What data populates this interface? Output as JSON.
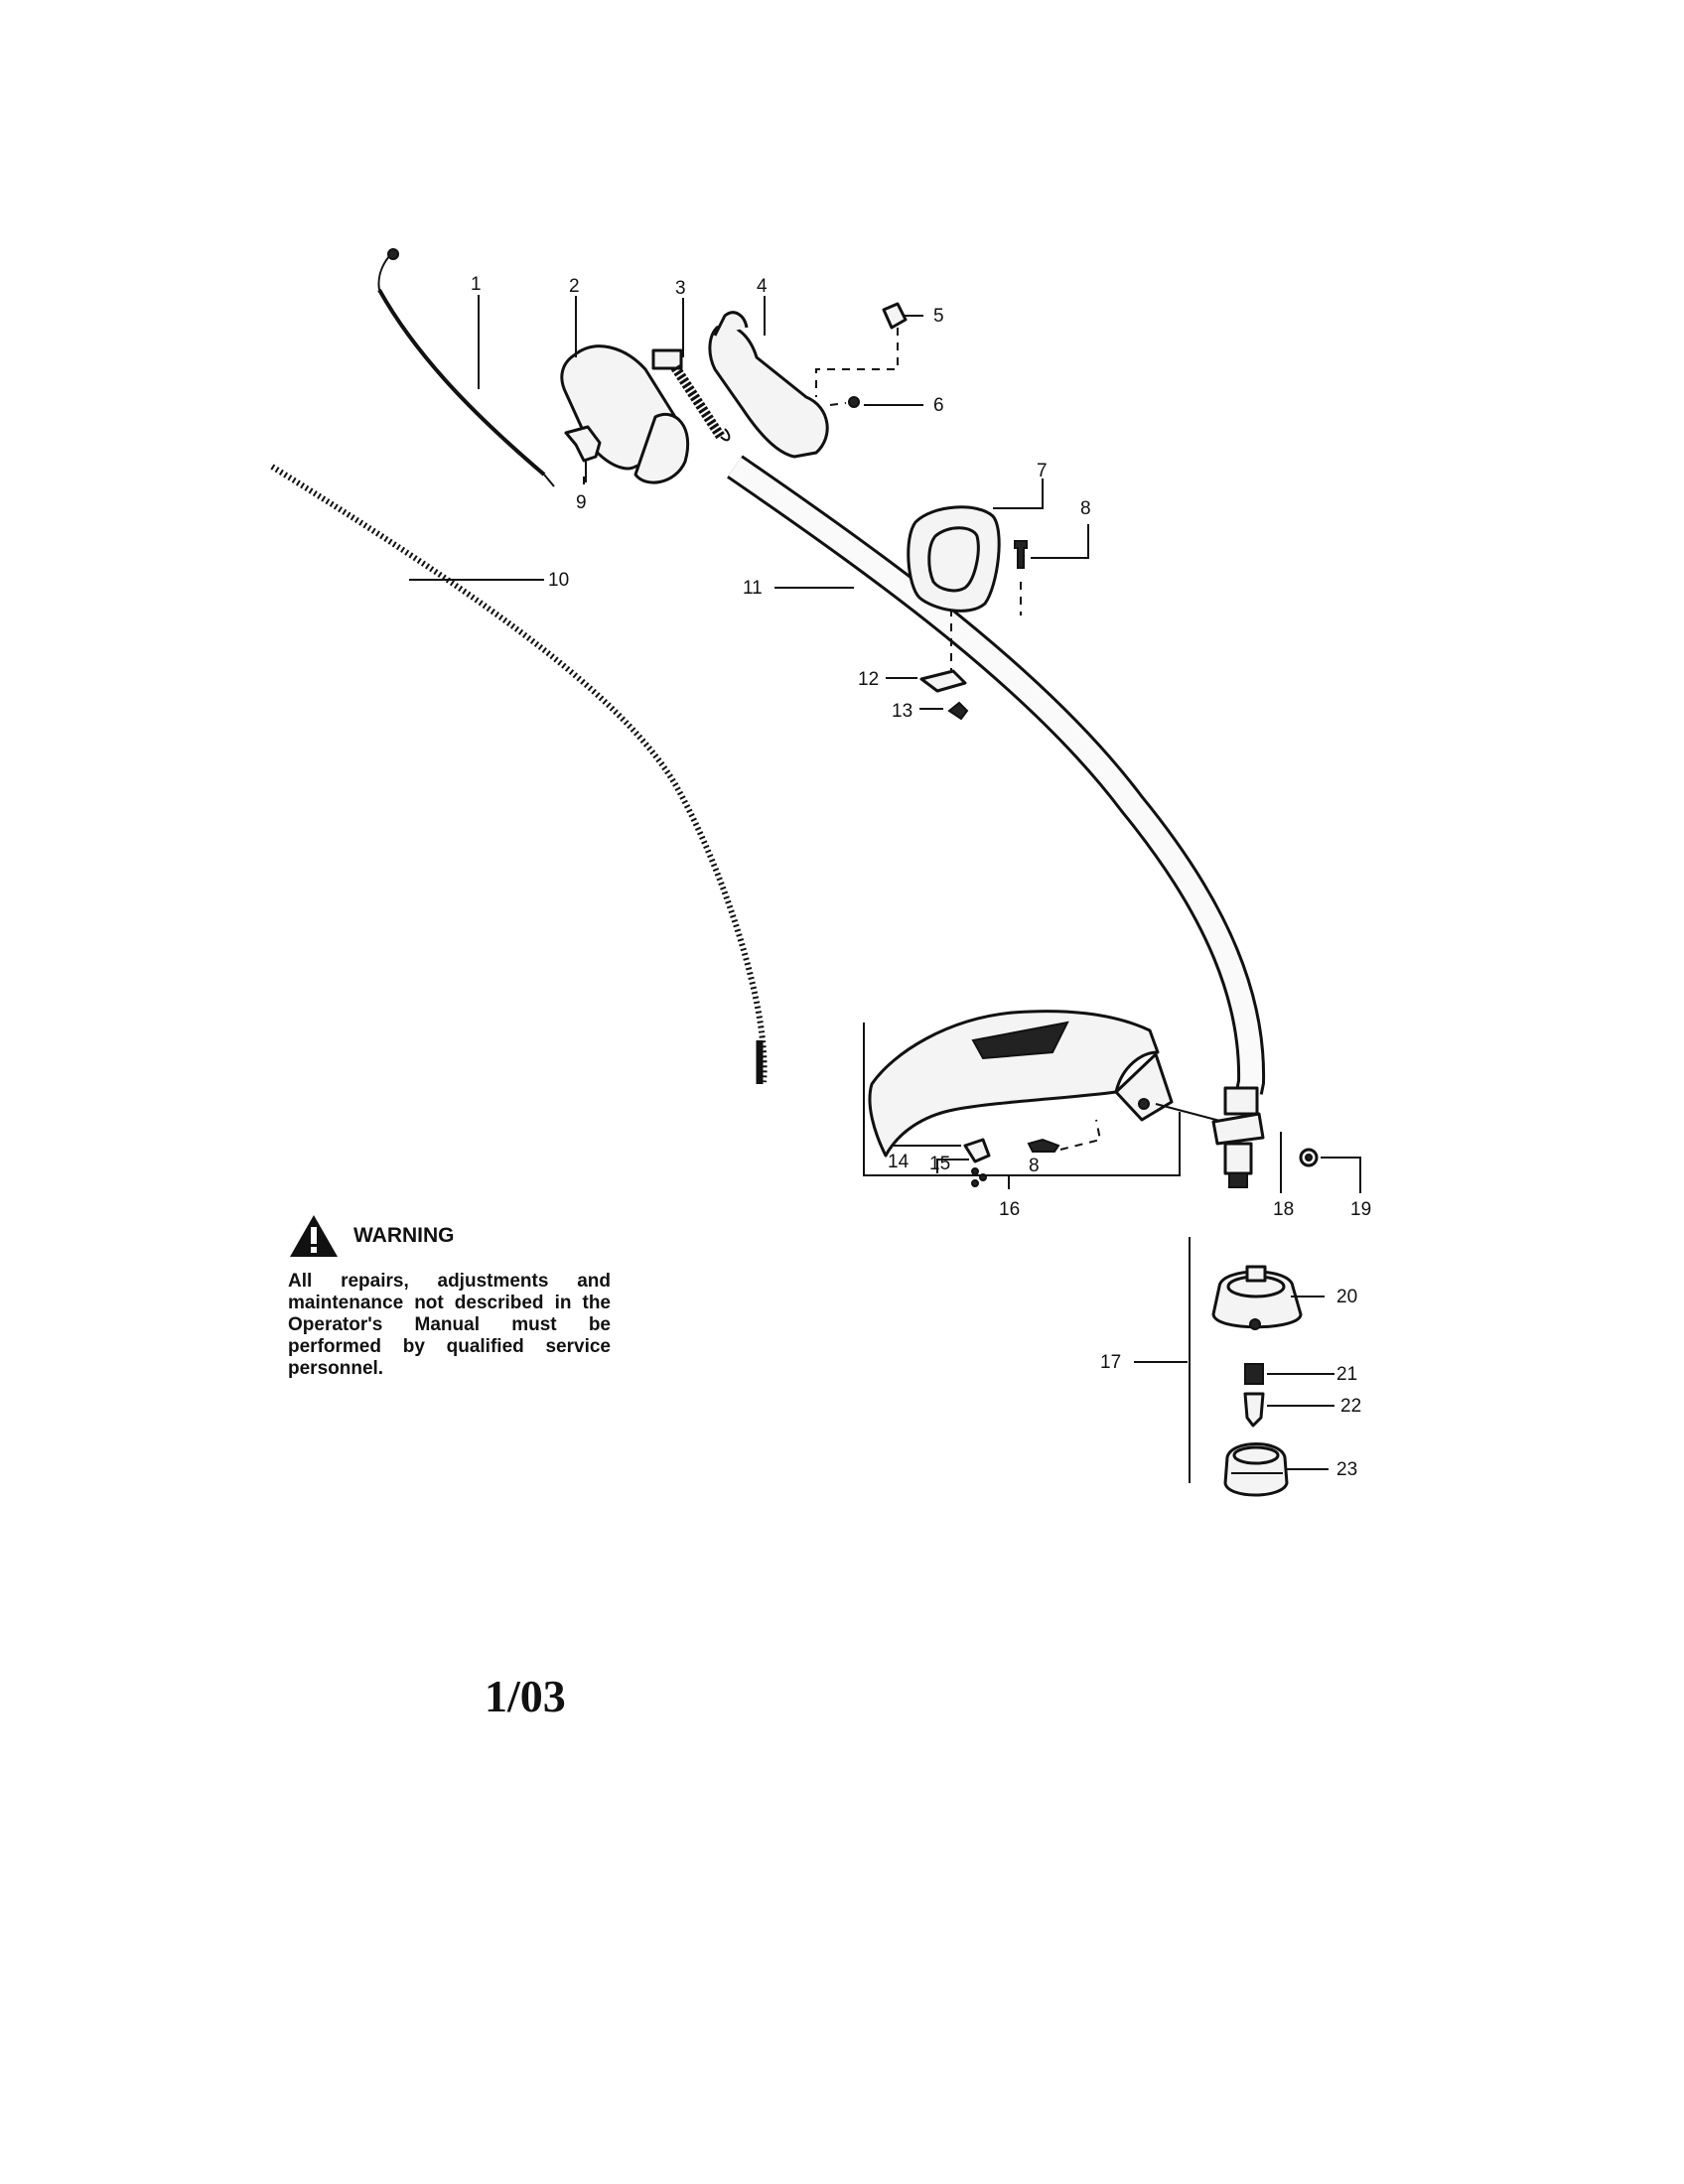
{
  "callouts": [
    "1",
    "2",
    "3",
    "4",
    "5",
    "6",
    "7",
    "8",
    "9",
    "10",
    "11",
    "12",
    "13",
    "14",
    "15",
    "8",
    "16",
    "17",
    "18",
    "19",
    "20",
    "21",
    "22",
    "23"
  ],
  "warning": {
    "title": "WARNING",
    "text": "All repairs, adjustments and maintenance not described in the Operator's Manual must be performed by qualified service personnel."
  },
  "date_code": "1/03",
  "icons": [
    "warning-triangle-icon"
  ]
}
